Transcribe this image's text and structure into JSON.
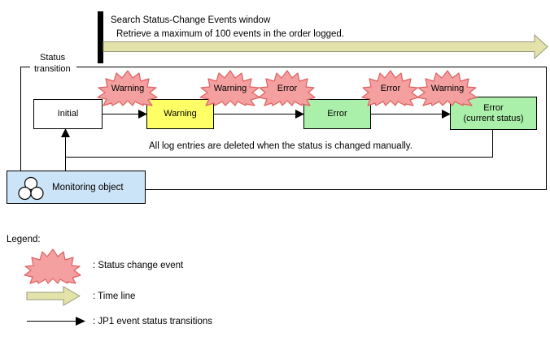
{
  "diagram": {
    "timeline_banner": {
      "title": "Search Status-Change Events window",
      "subtitle": "Retrieve a maximum of 100 events in the order logged.",
      "arrow_color": "#e3e2ab",
      "bar_color": "#000000"
    },
    "section_label": {
      "line1": "Status",
      "line2": "transition"
    },
    "states": [
      {
        "label": "Initial",
        "sublabel": "",
        "kind": "initial",
        "color": "#ffffff"
      },
      {
        "label": "Warning",
        "sublabel": "",
        "kind": "warning",
        "color": "#ffff66"
      },
      {
        "label": "Error",
        "sublabel": "",
        "kind": "error",
        "color": "#aaf0aa"
      },
      {
        "label": "Error",
        "sublabel": "(current status)",
        "kind": "error",
        "color": "#aaf0aa"
      }
    ],
    "events": [
      {
        "label": "Warning"
      },
      {
        "label": "Warning"
      },
      {
        "label": "Error"
      },
      {
        "label": "Error"
      },
      {
        "label": "Warning"
      }
    ],
    "event_color": "#f4a0a0",
    "event_border": "#e06060",
    "note": "All log entries are deleted when the status is changed manually.",
    "monitoring_object": {
      "label": "Monitoring object",
      "icon": "three-circles-icon",
      "color": "#cce4f7"
    }
  },
  "legend": {
    "title": "Legend:",
    "items": [
      {
        "symbol": "burst-icon",
        "text": ": Status change event"
      },
      {
        "symbol": "block-arrow-icon",
        "text": ": Time line"
      },
      {
        "symbol": "line-arrow-icon",
        "text": ": JP1 event status transitions"
      }
    ]
  }
}
